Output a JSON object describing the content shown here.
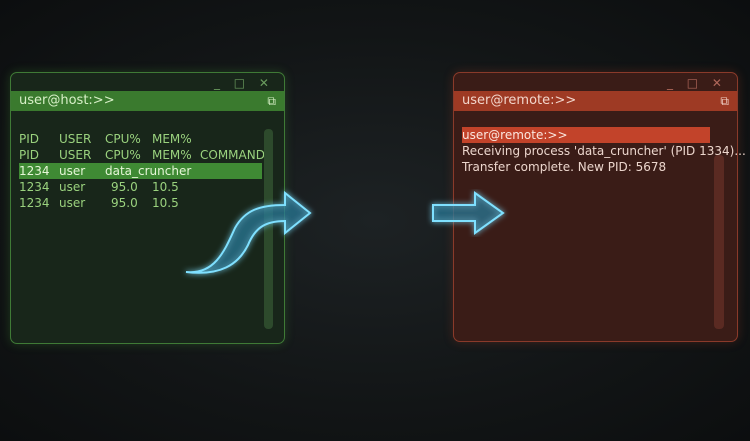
{
  "left_window": {
    "title": "user@host:>>",
    "controls": "_ □ ✕",
    "icon": "external-link-icon",
    "rows": [
      [
        "PID",
        "USER",
        "CPU%",
        "MEM%",
        ""
      ],
      [
        "PID",
        "USER",
        "CPU%",
        "MEM%",
        "COMMAND"
      ],
      [
        "1234",
        "user",
        "data_cruncher",
        "",
        ""
      ],
      [
        "1234",
        "user",
        "95.0",
        "10.5",
        ""
      ],
      [
        "1234",
        "user",
        "95.0",
        "10.5",
        ""
      ]
    ],
    "accent": "#3a7a2e"
  },
  "right_window": {
    "title": "user@remote:>>",
    "controls": "_ □ ✕",
    "icon": "external-link-icon",
    "lines": [
      "user@remote:>>",
      "Receiving process 'data_cruncher' (PID 1334)...",
      "Transfer complete. New PID: 5678"
    ],
    "accent": "#9e3a24"
  }
}
